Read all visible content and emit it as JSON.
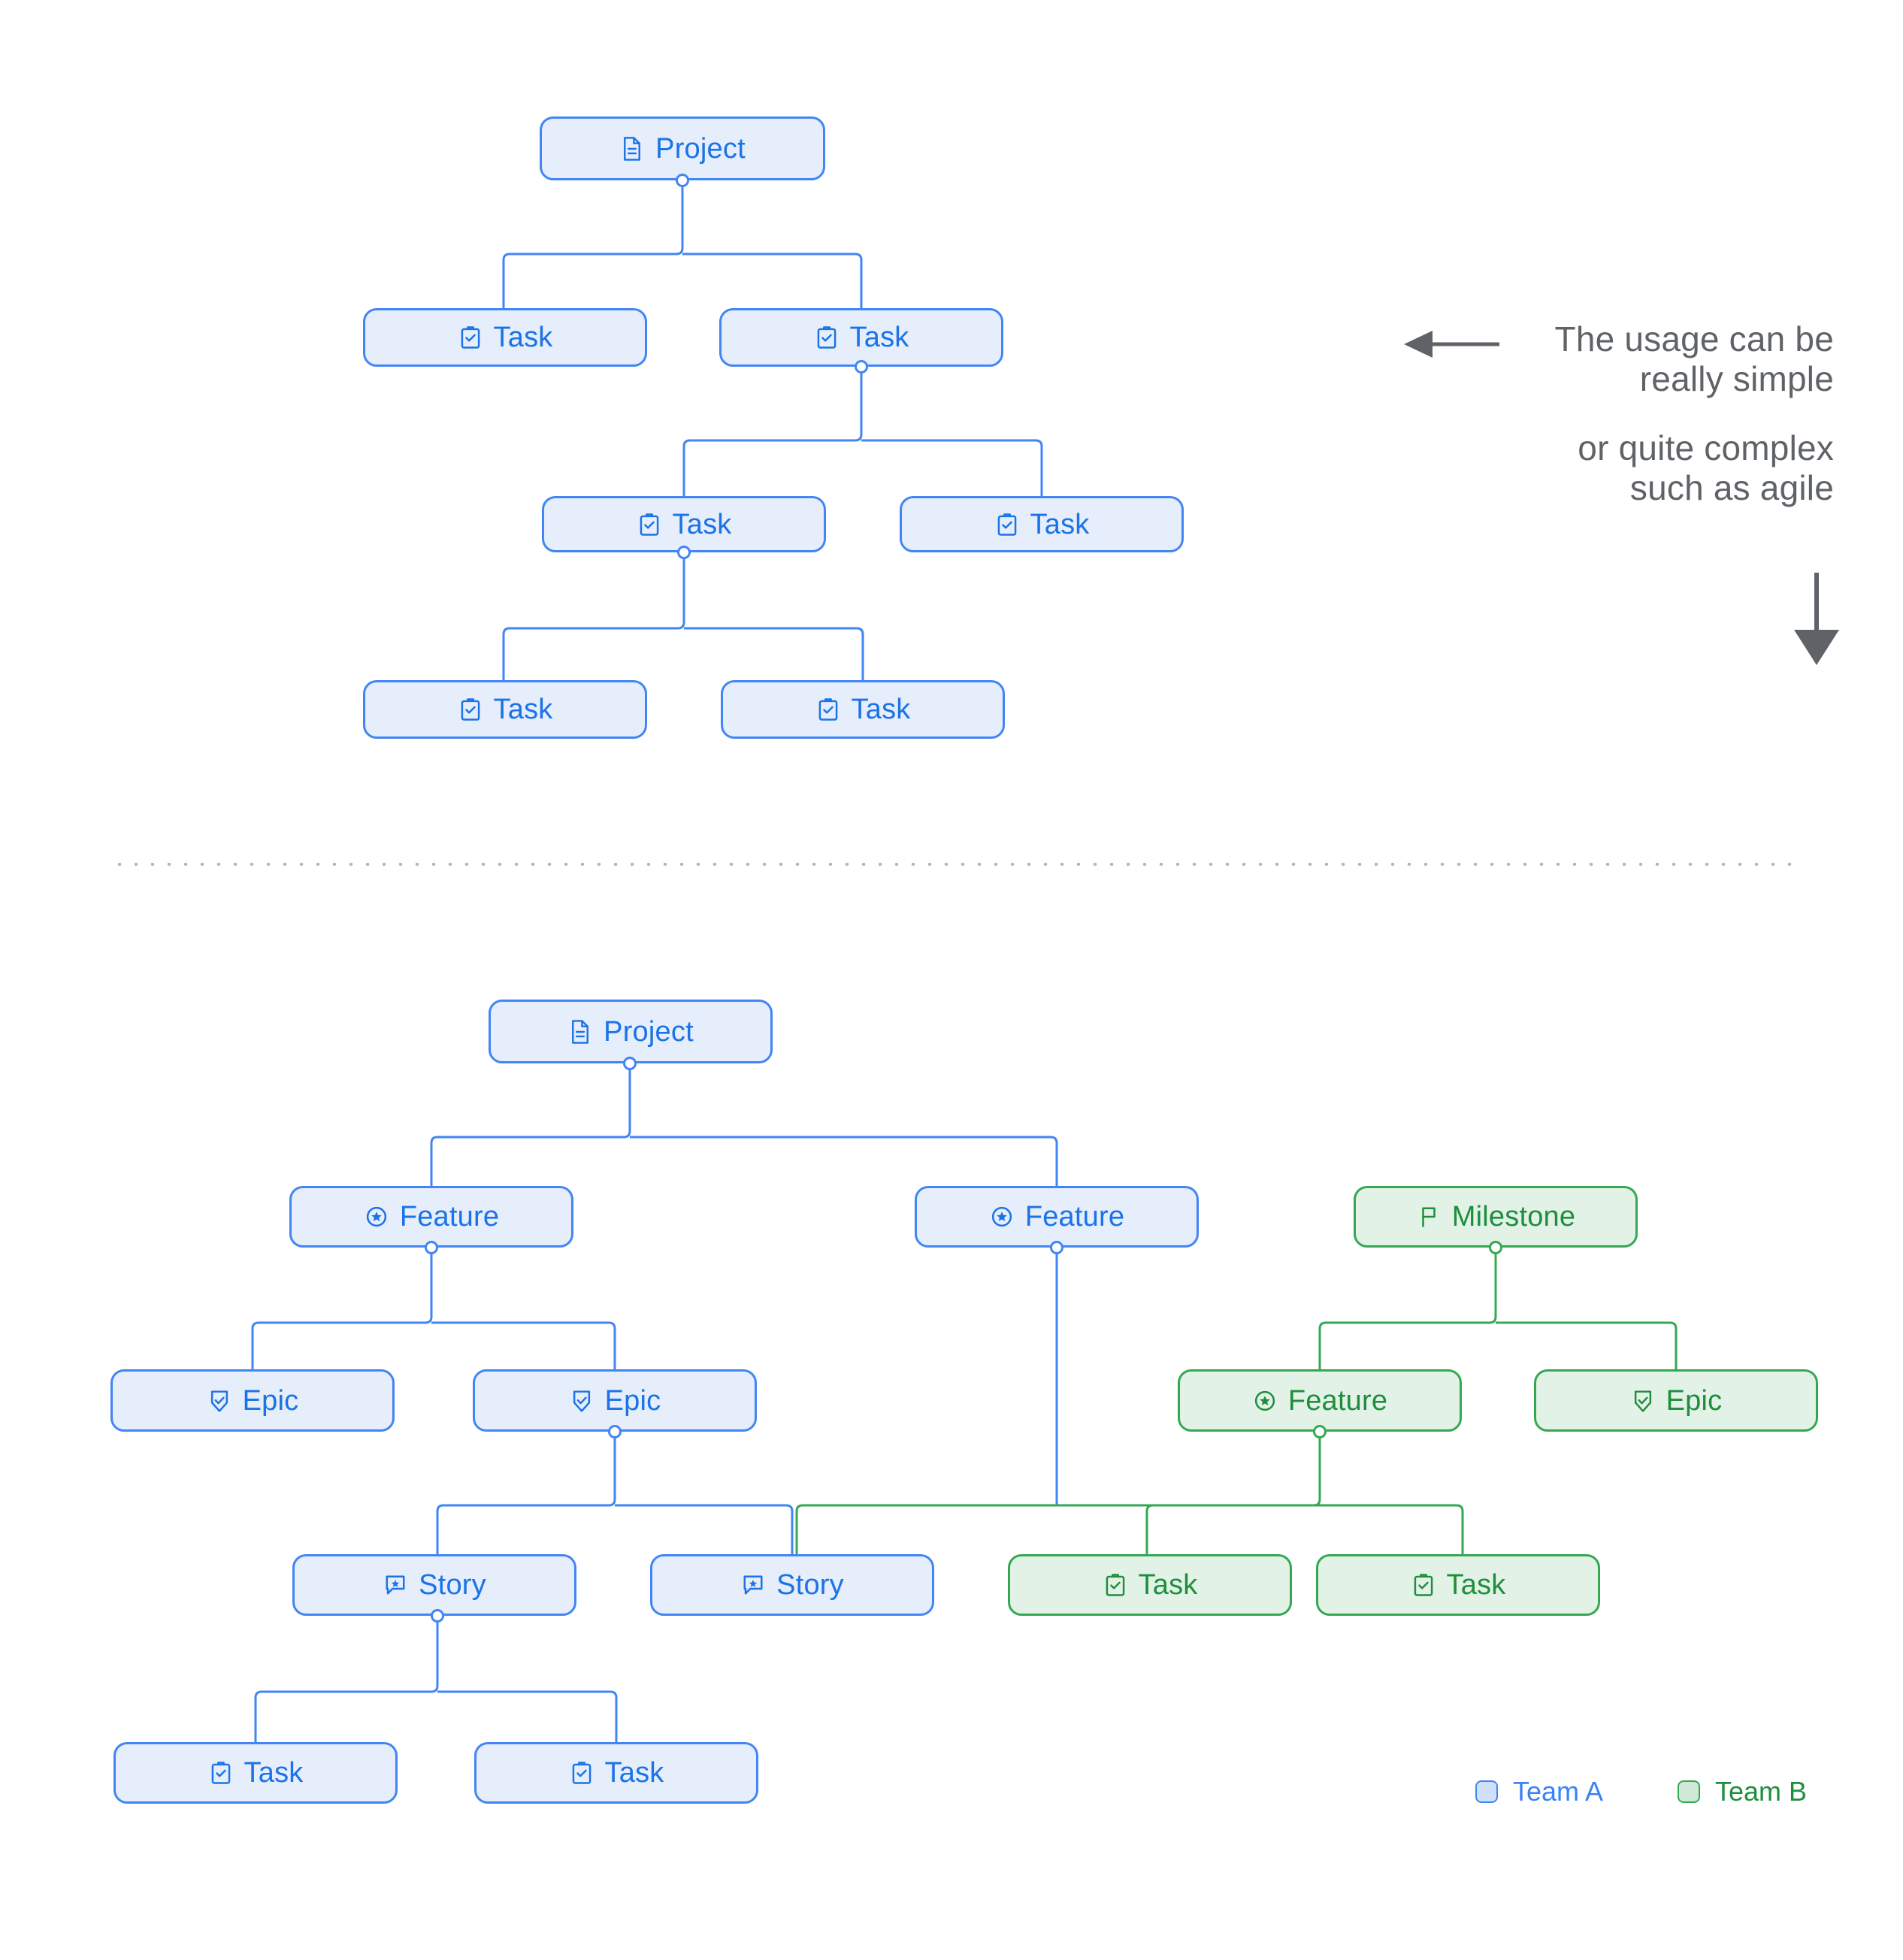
{
  "colors": {
    "blue_border": "#4285f4",
    "blue_fill": "#e6edfb",
    "blue_text": "#1a73e8",
    "green_border": "#34a853",
    "green_fill": "#e3f2e6",
    "green_text": "#1e8e3e",
    "annotation_text": "#5f6368",
    "divider_dots": "#b4b7bd",
    "page_background": "#ffffff"
  },
  "annotation": {
    "arrow_left_icon": "arrow-left-icon",
    "arrow_down_icon": "arrow-down-icon",
    "line1": "The usage can be",
    "line2": "really simple",
    "line3": "or quite complex",
    "line4": "such as agile"
  },
  "legend": {
    "items": [
      {
        "label": "Team A",
        "color": "#4285f4",
        "swatch": "team-a-swatch"
      },
      {
        "label": "Team B",
        "color": "#34a853",
        "swatch": "team-b-swatch"
      }
    ]
  },
  "diagram_simple": {
    "title_hint": "simple task hierarchy",
    "nodes": [
      {
        "id": "s0",
        "label": "Project",
        "icon": "document-icon",
        "team": "blue"
      },
      {
        "id": "s1",
        "label": "Task",
        "icon": "clipboard-check-icon",
        "team": "blue"
      },
      {
        "id": "s2",
        "label": "Task",
        "icon": "clipboard-check-icon",
        "team": "blue"
      },
      {
        "id": "s3",
        "label": "Task",
        "icon": "clipboard-check-icon",
        "team": "blue"
      },
      {
        "id": "s4",
        "label": "Task",
        "icon": "clipboard-check-icon",
        "team": "blue"
      },
      {
        "id": "s5",
        "label": "Task",
        "icon": "clipboard-check-icon",
        "team": "blue"
      },
      {
        "id": "s6",
        "label": "Task",
        "icon": "clipboard-check-icon",
        "team": "blue"
      }
    ]
  },
  "diagram_agile": {
    "title_hint": "agile hierarchy with two teams",
    "nodes": [
      {
        "id": "a0",
        "label": "Project",
        "icon": "document-icon",
        "team": "blue"
      },
      {
        "id": "a1",
        "label": "Feature",
        "icon": "star-circle-icon",
        "team": "blue"
      },
      {
        "id": "a2",
        "label": "Feature",
        "icon": "star-circle-icon",
        "team": "blue"
      },
      {
        "id": "a3",
        "label": "Milestone",
        "icon": "flag-icon",
        "team": "green"
      },
      {
        "id": "a4",
        "label": "Epic",
        "icon": "shield-check-icon",
        "team": "blue"
      },
      {
        "id": "a5",
        "label": "Epic",
        "icon": "shield-check-icon",
        "team": "blue"
      },
      {
        "id": "a6",
        "label": "Feature",
        "icon": "star-circle-icon",
        "team": "green"
      },
      {
        "id": "a7",
        "label": "Epic",
        "icon": "shield-check-icon",
        "team": "green"
      },
      {
        "id": "a8",
        "label": "Story",
        "icon": "speech-star-icon",
        "team": "blue"
      },
      {
        "id": "a9",
        "label": "Story",
        "icon": "speech-star-icon",
        "team": "blue"
      },
      {
        "id": "a10",
        "label": "Task",
        "icon": "clipboard-check-icon",
        "team": "green"
      },
      {
        "id": "a11",
        "label": "Task",
        "icon": "clipboard-check-icon",
        "team": "green"
      },
      {
        "id": "a12",
        "label": "Task",
        "icon": "clipboard-check-icon",
        "team": "blue"
      },
      {
        "id": "a13",
        "label": "Task",
        "icon": "clipboard-check-icon",
        "team": "blue"
      }
    ]
  }
}
